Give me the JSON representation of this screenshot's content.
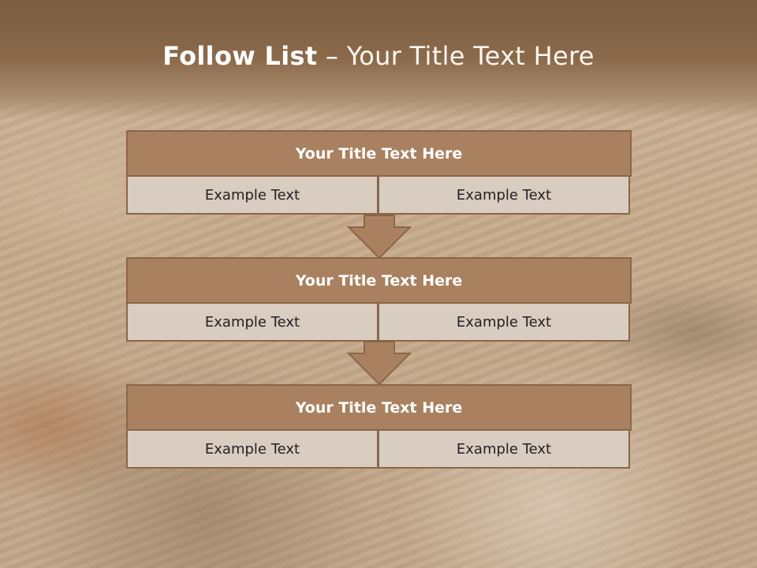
{
  "slide": {
    "title_bold": "Follow List",
    "title_sep": " – ",
    "title_rest": "Your Title Text Here"
  },
  "blocks": [
    {
      "title": "Your Title Text Here",
      "left": "Example Text",
      "right": "Example Text"
    },
    {
      "title": "Your Title Text Here",
      "left": "Example Text",
      "right": "Example Text"
    },
    {
      "title": "Your Title Text Here",
      "left": "Example Text",
      "right": "Example Text"
    }
  ],
  "colors": {
    "header": "#8b6a4b",
    "block_head": "#a98160",
    "block_cell": "#d9ccc1",
    "border": "#8a6647",
    "arrow": "#a98160"
  },
  "icons": [
    "down-arrow-icon",
    "down-arrow-icon"
  ]
}
